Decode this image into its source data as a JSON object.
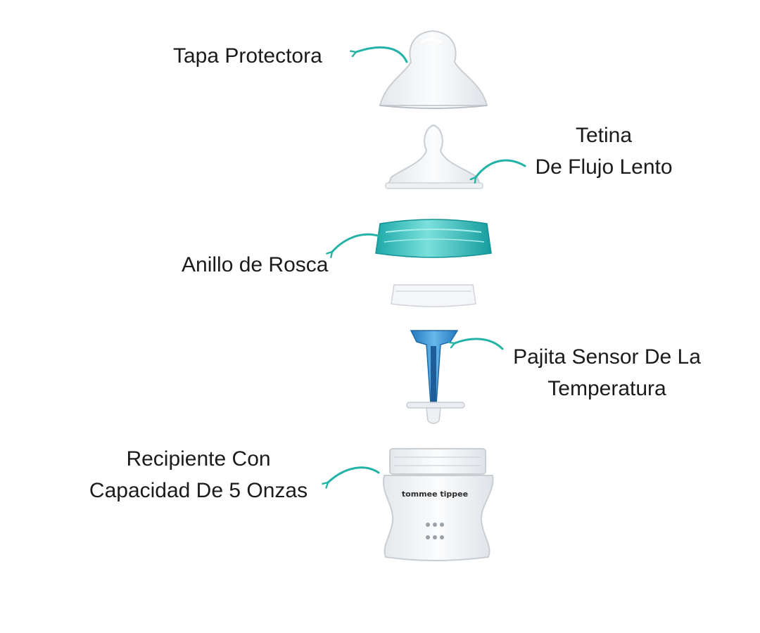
{
  "labels": {
    "tapa": [
      "Tapa Protectora"
    ],
    "tetina": [
      "Tetina",
      "De Flujo Lento"
    ],
    "anillo": [
      "Anillo de Rosca"
    ],
    "pajita": [
      "Pajita Sensor De La",
      "Temperatura"
    ],
    "recipiente": [
      "Recipiente Con",
      "Capacidad De 5 Onzas"
    ],
    "brand_mark": "tommee tippee"
  },
  "colors": {
    "accent_teal": "#23b3a6",
    "ring_teal": "#3cc8c6",
    "straw_blue": "#2a8fd0",
    "part_outline": "#c9ced3",
    "text": "#1b1b1b"
  }
}
